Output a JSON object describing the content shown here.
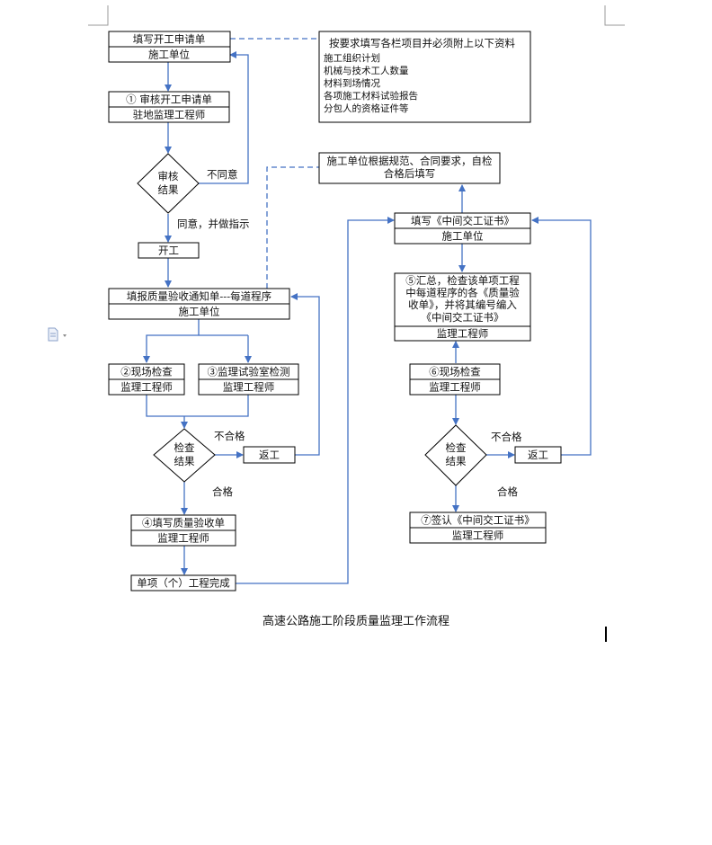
{
  "caption": "高速公路施工阶段质量监理工作流程",
  "boxes": {
    "apply_form": "填写开工申请单",
    "apply_unit": "施工单位",
    "review_form": "① 审核开工申请单",
    "review_unit": "驻地监理工程师",
    "start_work": "开工",
    "notice_form": "填报质量验收通知单---每道程序",
    "notice_unit": "施工单位",
    "site_check": "②现场检查",
    "site_check_unit": "监理工程师",
    "lab_check": "③监理试验室检测",
    "lab_check_unit": "监理工程师",
    "rework_left": "返工",
    "fill_accept": "④填写质量验收单",
    "fill_accept_unit": "监理工程师",
    "item_done": "单项（个）工程完成",
    "self_check_line1": "施工单位根据规范、合同要求，自检",
    "self_check_line2": "合格后填写",
    "fill_cert": "填写《中间交工证书》",
    "fill_cert_unit": "施工单位",
    "summary_line1": "⑤汇总，检查该单项工程",
    "summary_line2": "中每道程序的各《质量验",
    "summary_line3": "收单》，并将其编号编入",
    "summary_line4": "《中间交工证书》",
    "summary_unit": "监理工程师",
    "site_check_right": "⑥现场检查",
    "site_check_right_unit": "监理工程师",
    "rework_right": "返工",
    "sign_cert": "⑦签认《中间交工证书》",
    "sign_cert_unit": "监理工程师"
  },
  "decisions": {
    "review_line1": "审核",
    "review_line2": "结果",
    "check_left_line1": "检查",
    "check_left_line2": "结果",
    "check_right_line1": "检查",
    "check_right_line2": "结果"
  },
  "edge_labels": {
    "disagree": "不同意",
    "agree": "同意，并做指示",
    "fail_left": "不合格",
    "pass_left": "合格",
    "fail_right": "不合格",
    "pass_right": "合格"
  },
  "note": {
    "title": "按要求填写各栏项目并必须附上以下资料",
    "items": [
      "施工组织计划",
      "机械与技术工人数量",
      "材料到场情况",
      "各项施工材料试验报告",
      "分包人的资格证件等"
    ]
  },
  "colors": {
    "connector": "#4472c4",
    "border": "#000000",
    "text": "#111111"
  }
}
